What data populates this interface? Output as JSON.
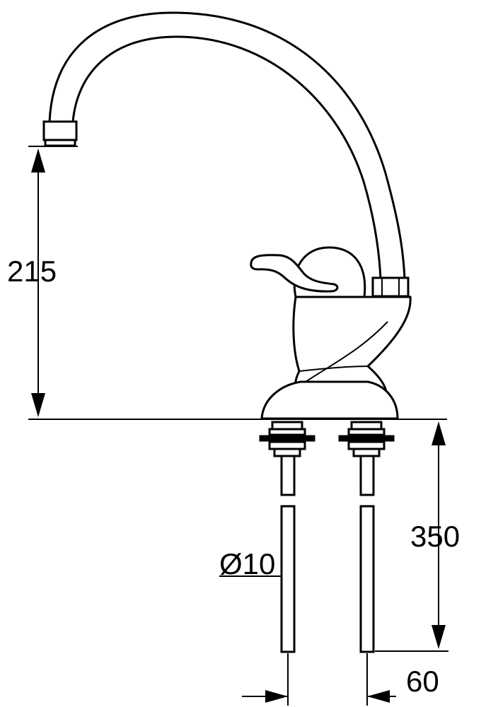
{
  "dimensions": {
    "spout_height": "215",
    "pipe_length": "350",
    "pipe_diameter": "Ø10",
    "pipe_spacing": "60"
  }
}
